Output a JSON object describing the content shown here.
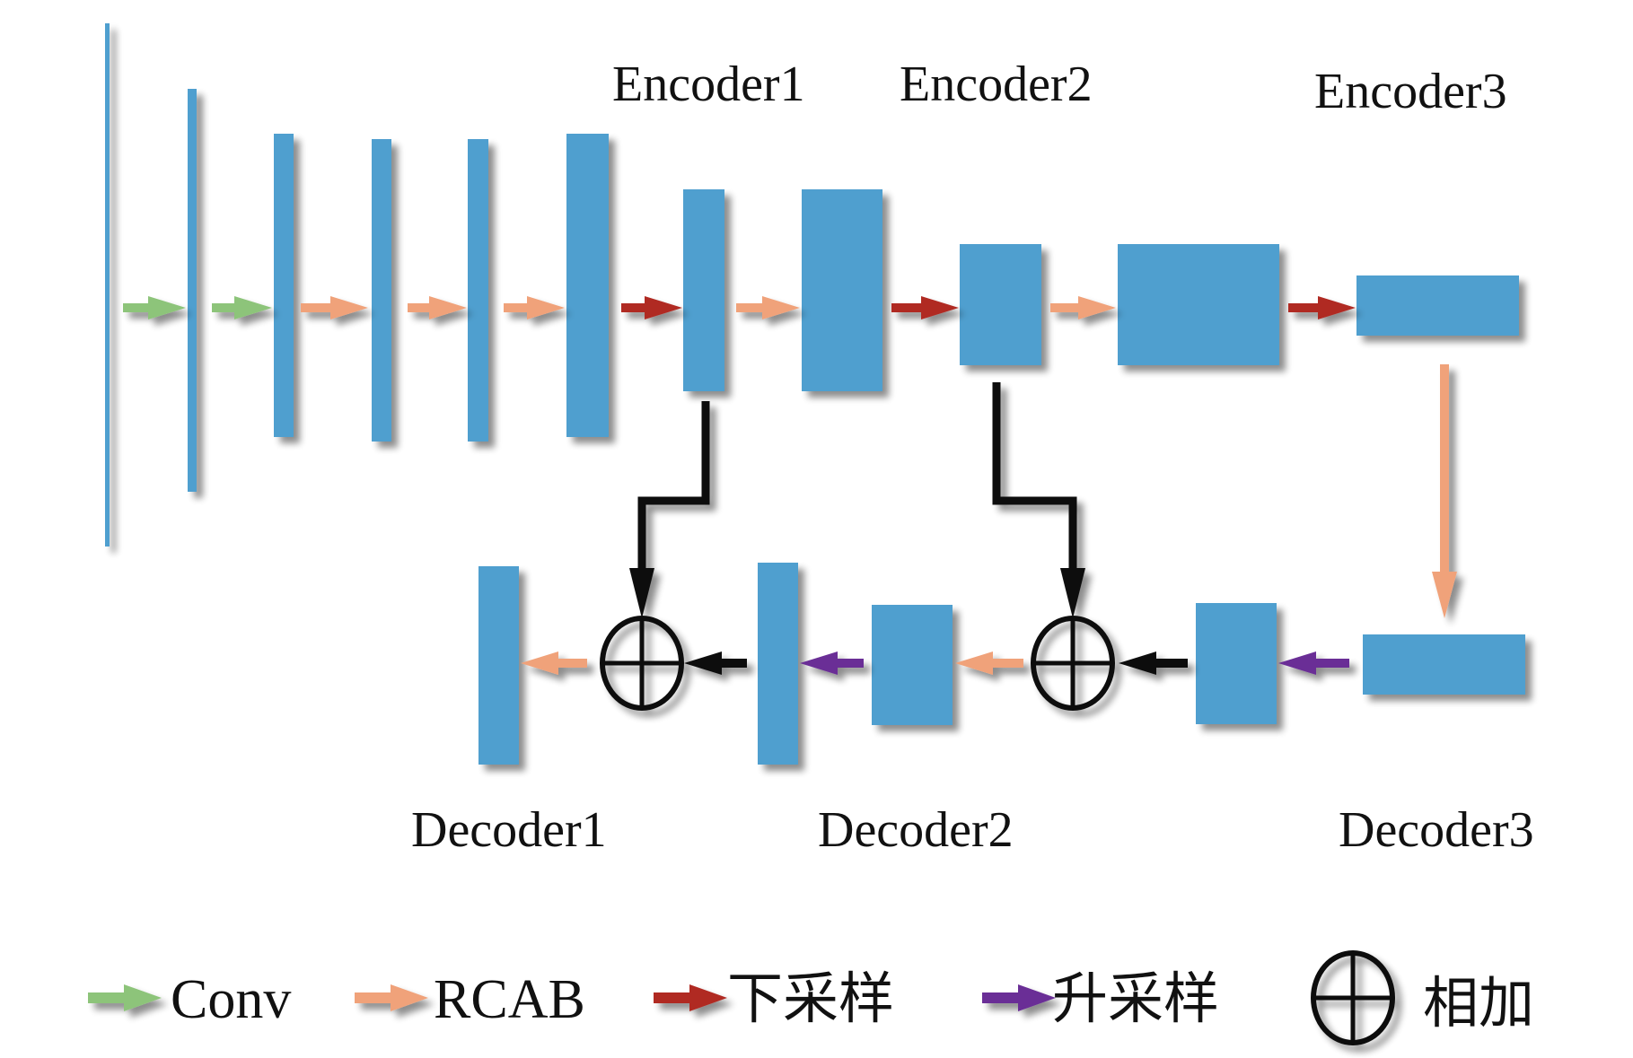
{
  "title": "Encoder-decoder network architecture",
  "colors": {
    "block": "#4f9fcf",
    "conv": "#8dc47a",
    "rcab": "#f0a27a",
    "downsample": "#b02a24",
    "upsample": "#6a2f96",
    "skip": "#111111",
    "add": "#111111"
  },
  "labels": {
    "encoder1": "Encoder1",
    "encoder2": "Encoder2",
    "encoder3": "Encoder3",
    "decoder1": "Decoder1",
    "decoder2": "Decoder2",
    "decoder3": "Decoder3"
  },
  "legend": [
    {
      "key": "conv",
      "label": "Conv",
      "icon": "green-arrow"
    },
    {
      "key": "rcab",
      "label": "RCAB",
      "icon": "orange-arrow"
    },
    {
      "key": "downsample",
      "label": "下采样",
      "icon": "red-arrow"
    },
    {
      "key": "upsample",
      "label": "升采样",
      "icon": "purple-arrow"
    },
    {
      "key": "add",
      "label": "相加",
      "icon": "circled-plus"
    }
  ],
  "encoder_path": [
    "input",
    "conv",
    "feat",
    "conv",
    "feat",
    "rcab",
    "feat",
    "rcab",
    "feat",
    "rcab",
    "feat",
    "downsample",
    "encoder1",
    "rcab",
    "feat",
    "downsample",
    "encoder2",
    "rcab",
    "feat",
    "downsample",
    "encoder3"
  ],
  "decoder_path": [
    "encoder3",
    "rcab",
    "decoder3-input",
    "upsample",
    "feat",
    "add(skip from encoder2)",
    "rcab",
    "decoder2",
    "upsample",
    "feat",
    "add(skip from encoder1)",
    "rcab",
    "decoder1"
  ]
}
